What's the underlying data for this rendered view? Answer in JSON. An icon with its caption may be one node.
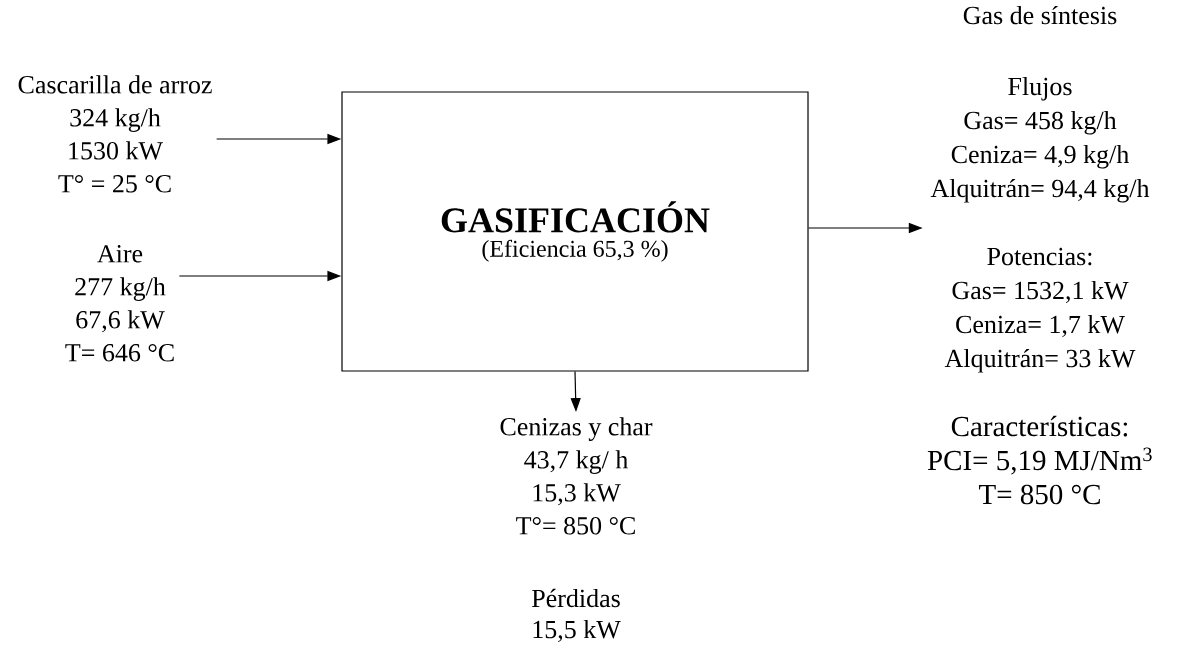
{
  "diagram": {
    "nodes": [
      {
        "text": [
          "GASIFICACIÓN",
          "(Eficiencia  65,3 %)"
        ]
      },
      {
        "text": [
          "Cascarilla  de arroz",
          "324 kg/h",
          "1530 kW",
          "T° = 25 °C"
        ]
      },
      {
        "text": [
          "Aire",
          "277 kg/h",
          "67,6 kW",
          "T= 646 °C"
        ]
      },
      {
        "text": [
          "Gas de síntesis",
          "Flujos",
          "Gas= 458 kg/h",
          "Ceniza=  4,9 kg/h",
          "Alquitrán=  94,4 kg/h",
          "Potencias:",
          "Gas= 1532,1 kW",
          "Ceniza= 1,7  kW",
          "Alquitrán=  33 kW",
          "Características:",
          "PCI= 5,19 MJ/Nm$^{3}$",
          "T= 850 °C"
        ]
      },
      {
        "text": [
          "Cenizas y char",
          "43,7  kg/ h",
          "15,3 kW",
          "T°= 850 °C"
        ]
      }
    ],
    "edges": [
      {
        "from": 1,
        "to": 0,
        "arrow": "to"
      },
      {
        "from": 2,
        "to": 0,
        "arrow": "to"
      },
      {
        "from": 0,
        "to": 3,
        "arrow": "to"
      },
      {
        "from": 0,
        "to": 4,
        "arrow": "to"
      }
    ],
    "labels": [
      "Pérdidas",
      "15,5 kW"
    ]
  }
}
